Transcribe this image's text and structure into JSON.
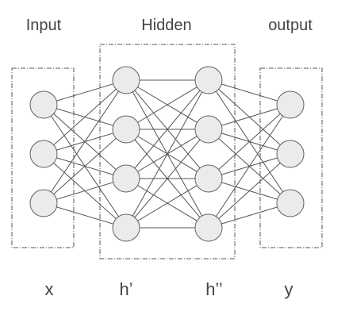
{
  "layers": [
    {
      "id": "input",
      "title": "Input",
      "variable": "x",
      "nodes": 3
    },
    {
      "id": "hidden1",
      "title": "Hidden",
      "variable": "h’",
      "nodes": 4
    },
    {
      "id": "hidden2",
      "title": "",
      "variable": "h’’",
      "nodes": 4
    },
    {
      "id": "output",
      "title": "output",
      "variable": "y",
      "nodes": 3
    }
  ],
  "colors": {
    "node_fill": "#ebebeb",
    "node_stroke": "#606060",
    "edge": "#555555",
    "text": "#444444"
  }
}
